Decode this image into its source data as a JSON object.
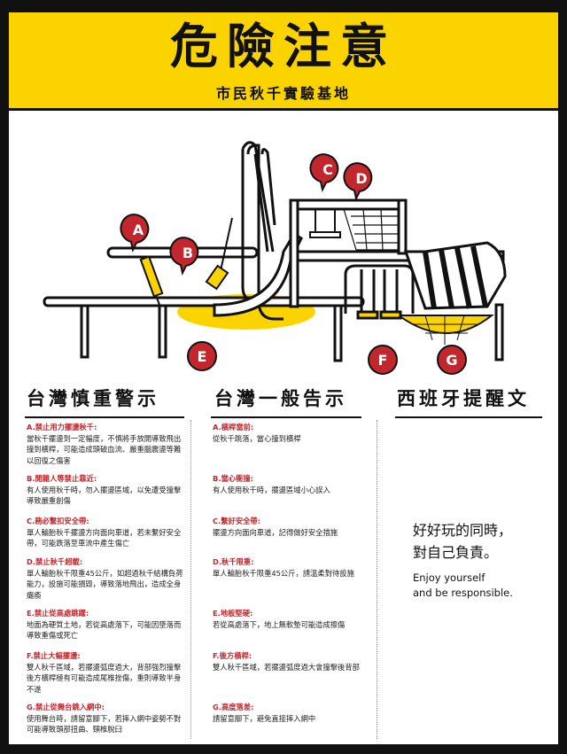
{
  "header": {
    "title": "危險注意",
    "subtitle": "市民秋千實驗基地"
  },
  "markers": [
    "A",
    "B",
    "C",
    "D",
    "E",
    "F",
    "G"
  ],
  "columns": [
    {
      "heading": "台灣慎重警示",
      "items": [
        {
          "title": "A.禁止用力擺盪秋千:",
          "body": "當秋千擺盪到一定幅度，不慎將手放開導致飛出撞到橫桿，可能造成頭破血流、嚴重腦震盪等難以回復之傷害"
        },
        {
          "title": "B.閒雜人等禁止靠近:",
          "body": "有人使用秋千時，勿入擺盪區域，以免遭受撞擊導致嚴重創傷"
        },
        {
          "title": "C.務必繫扣安全帶:",
          "body": "單人輪胎秋千擺盪方向面向車道，若未繫好安全帶，可能跌落至車流中產生傷亡"
        },
        {
          "title": "D.禁止秋千超載:",
          "body": "單人輪胎秋千限重45公斤，如超過秋千結構負荷能力，設施可能損毀，導致落地飛出，造成全身癱瘓"
        },
        {
          "title": "E.禁止從高處跳躍:",
          "body": "地面為硬質土地，若從高處落下，可能因墜落而導致重傷或死亡"
        },
        {
          "title": "F.禁止大幅擺盪:",
          "body": "雙人秋千區域，若擺盪弧度過大，背部強烈撞擊後方橫桿極有可能造成尾椎挫傷，重則導致半身不遂"
        },
        {
          "title": "G.禁止從舞台跳入網中:",
          "body": "使用舞台時，請留意腳下，若摔入網中姿勢不對可能導致頭部扭曲、頸椎脫臼"
        }
      ]
    },
    {
      "heading": "台灣一般告示",
      "items": [
        {
          "title": "A.橫桿當前:",
          "body": "從秋千跳落，當心撞到橫桿"
        },
        {
          "title": "B.當心衝撞:",
          "body": "有人使用秋千時，擺盪區域小心誤入"
        },
        {
          "title": "C.繫好安全帶:",
          "body": "擺盪方向面向車道，記得做好安全措施"
        },
        {
          "title": "D.秋千限重:",
          "body": "單人輪胎秋千限重45公斤，請溫柔對待設施"
        },
        {
          "title": "E.地板堅硬:",
          "body": "若從高處落下，地上無軟墊可能造成擦傷"
        },
        {
          "title": "F.後方橫桿:",
          "body": "雙人秋千區域，若擺盪弧度過大會撞擊後背部"
        },
        {
          "title": "G.高度落差:",
          "body": "請留意腳下，避免直接摔入網中"
        }
      ]
    },
    {
      "heading": "西班牙提醒文",
      "quote_zh_1": "好好玩的同時，",
      "quote_zh_2": "對自己負責。",
      "quote_en_1": "Enjoy yourself",
      "quote_en_2": "and be responsible."
    }
  ],
  "colors": {
    "yellow": "#fbd400",
    "red": "#c1272d",
    "black": "#111111"
  }
}
